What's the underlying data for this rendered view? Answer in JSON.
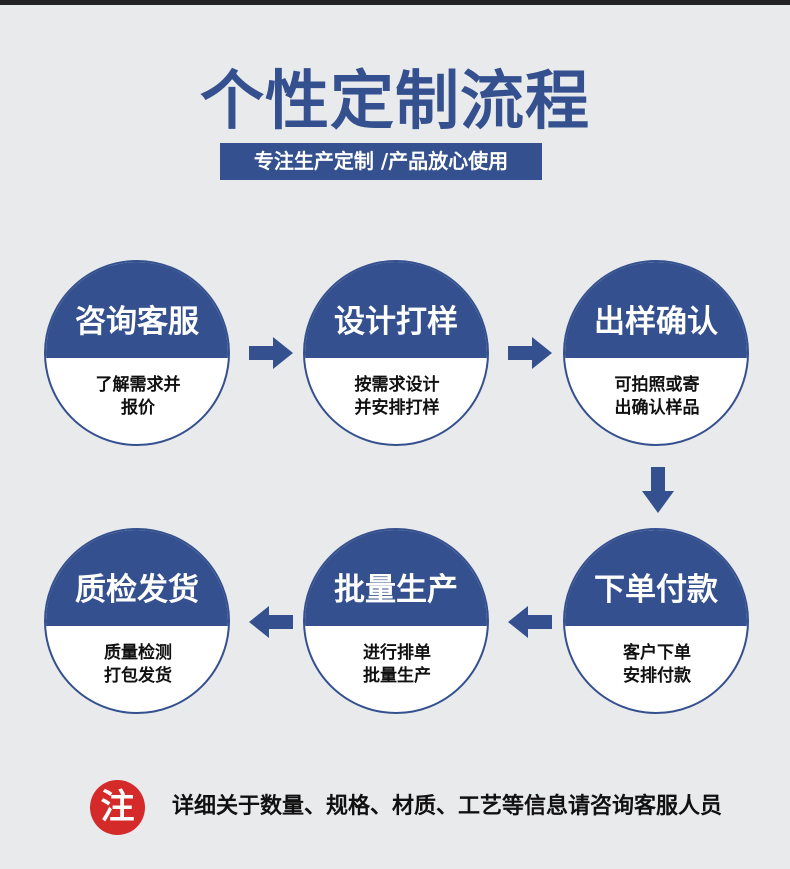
{
  "header": {
    "title": "个性定制流程",
    "subtitle": "专注生产定制 /产品放心使用"
  },
  "steps": [
    {
      "name": "咨询客服",
      "desc": [
        "了解需求并",
        "报价"
      ]
    },
    {
      "name": "设计打样",
      "desc": [
        "按需求设计",
        "并安排打样"
      ]
    },
    {
      "name": "出样确认",
      "desc": [
        "可拍照或寄",
        "出确认样品"
      ]
    },
    {
      "name": "下单付款",
      "desc": [
        "客户下单",
        "安排付款"
      ]
    },
    {
      "name": "批量生产",
      "desc": [
        "进行排单",
        "批量生产"
      ]
    },
    {
      "name": "质检发货",
      "desc": [
        "质量检测",
        "打包发货"
      ]
    }
  ],
  "note": {
    "badge": "注",
    "text": "详细关于数量、规格、材质、工艺等信息请咨询客服人员"
  },
  "colors": {
    "primary": "#34508e",
    "background": "#e9eaec",
    "note_badge": "#d42a2a"
  },
  "icons": [
    "arrow-right-icon",
    "arrow-down-icon",
    "arrow-left-icon"
  ]
}
